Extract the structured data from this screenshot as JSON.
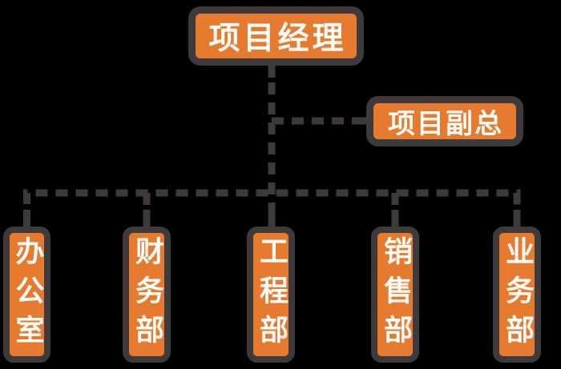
{
  "chart": {
    "type": "org-chart",
    "root": {
      "label": "项目经理"
    },
    "deputy": {
      "label": "项目副总"
    },
    "departments": [
      {
        "label": "办公室"
      },
      {
        "label": "财务部"
      },
      {
        "label": "工程部"
      },
      {
        "label": "销售部"
      },
      {
        "label": "业务部"
      }
    ],
    "colors": {
      "background": "#000000",
      "box_fill": "#E67A2E",
      "box_border": "#3E3A3B",
      "connector": "#3E3A3B",
      "text": "#FDFBF7"
    }
  }
}
